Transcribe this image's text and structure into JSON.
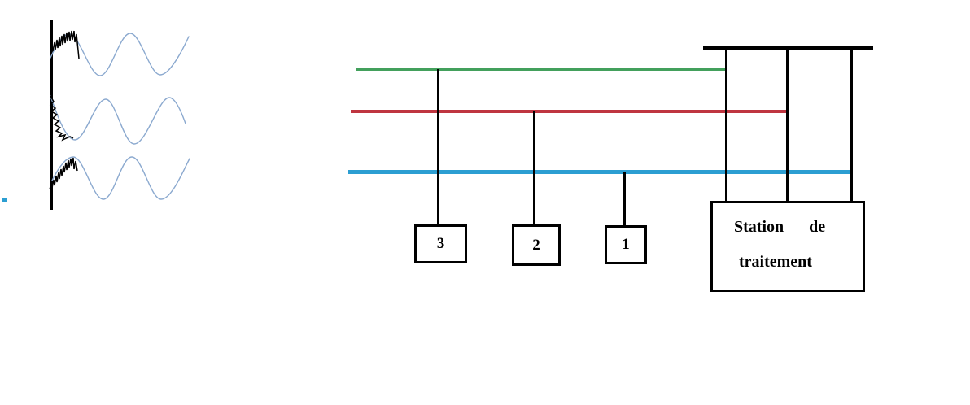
{
  "colors": {
    "ink": "#000000",
    "line-green": "#43a05c",
    "line-red": "#bf3540",
    "line-blue": "#2c9ed2",
    "wave-blue": "#8ba9cf"
  },
  "sensor_boxes": [
    {
      "label": "3"
    },
    {
      "label": "2"
    },
    {
      "label": "1"
    }
  ],
  "station_box": {
    "line1": "Station de",
    "line2": "traitement"
  }
}
